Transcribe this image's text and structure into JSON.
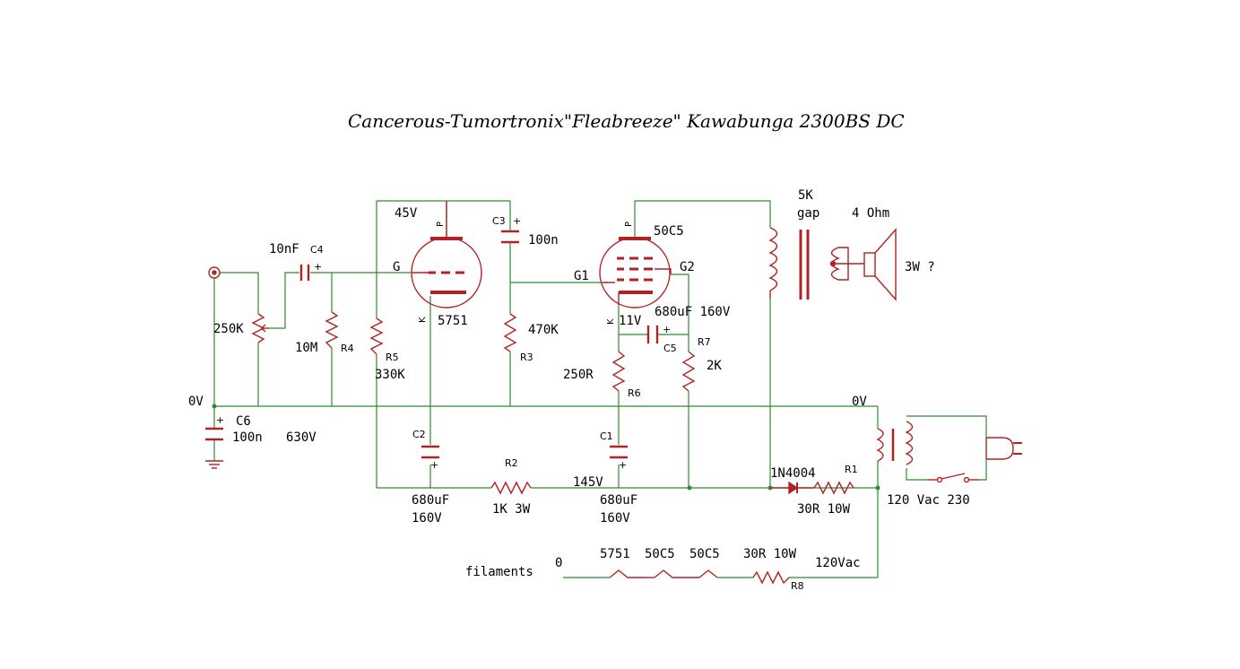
{
  "title": "Cancerous-Tumortronix\"Fleabreeze\" Kawabunga 2300BS DC",
  "colors": {
    "wire": "#2e8b2e",
    "component": "#b22222",
    "text": "#000000"
  },
  "labels": {
    "v45": "45V",
    "v11": "11V",
    "v145": "145V",
    "v0_left": "0V",
    "v0_right": "0V",
    "c4_val": "10nF",
    "c4": "C4",
    "pot": "250K",
    "r4_val": "10M",
    "r4": "R4",
    "r5": "R5",
    "r5_val": "330K",
    "v1": "5751",
    "v1_grid": "G",
    "v1_plate": "P",
    "v1_cathode": "K",
    "c3": "C3",
    "c3_val": "100n",
    "r3_val": "470K",
    "r3": "R3",
    "v2": "50C5",
    "v2_g1": "G1",
    "v2_g2": "G2",
    "v2_plate": "P",
    "v2_cathode": "K",
    "c5_val": "680uF 160V",
    "c5": "C5",
    "r7": "R7",
    "r7_val": "2K",
    "r6_val": "250R",
    "r6": "R6",
    "ot_ratio": "5K",
    "ot_gap": "gap",
    "spk_imp": "4 Ohm",
    "spk_power": "3W ?",
    "c6": "C6",
    "c6_val": "100n",
    "c6_volt": "630V",
    "c2": "C2",
    "c2_val": "680uF",
    "c2_volt": "160V",
    "r2": "R2",
    "r2_val": "1K 3W",
    "c1": "C1",
    "c1_val": "680uF",
    "c1_volt": "160V",
    "d1": "1N4004",
    "r1": "R1",
    "r1_val": "30R 10W",
    "mains": "120 Vac 230",
    "fil_label": "filaments",
    "fil_zero": "0",
    "fil_t1": "5751",
    "fil_t2": "50C5",
    "fil_t3": "50C5",
    "r8_val": "30R 10W",
    "r8": "R8",
    "fil_v": "120Vac",
    "plus": "+"
  }
}
